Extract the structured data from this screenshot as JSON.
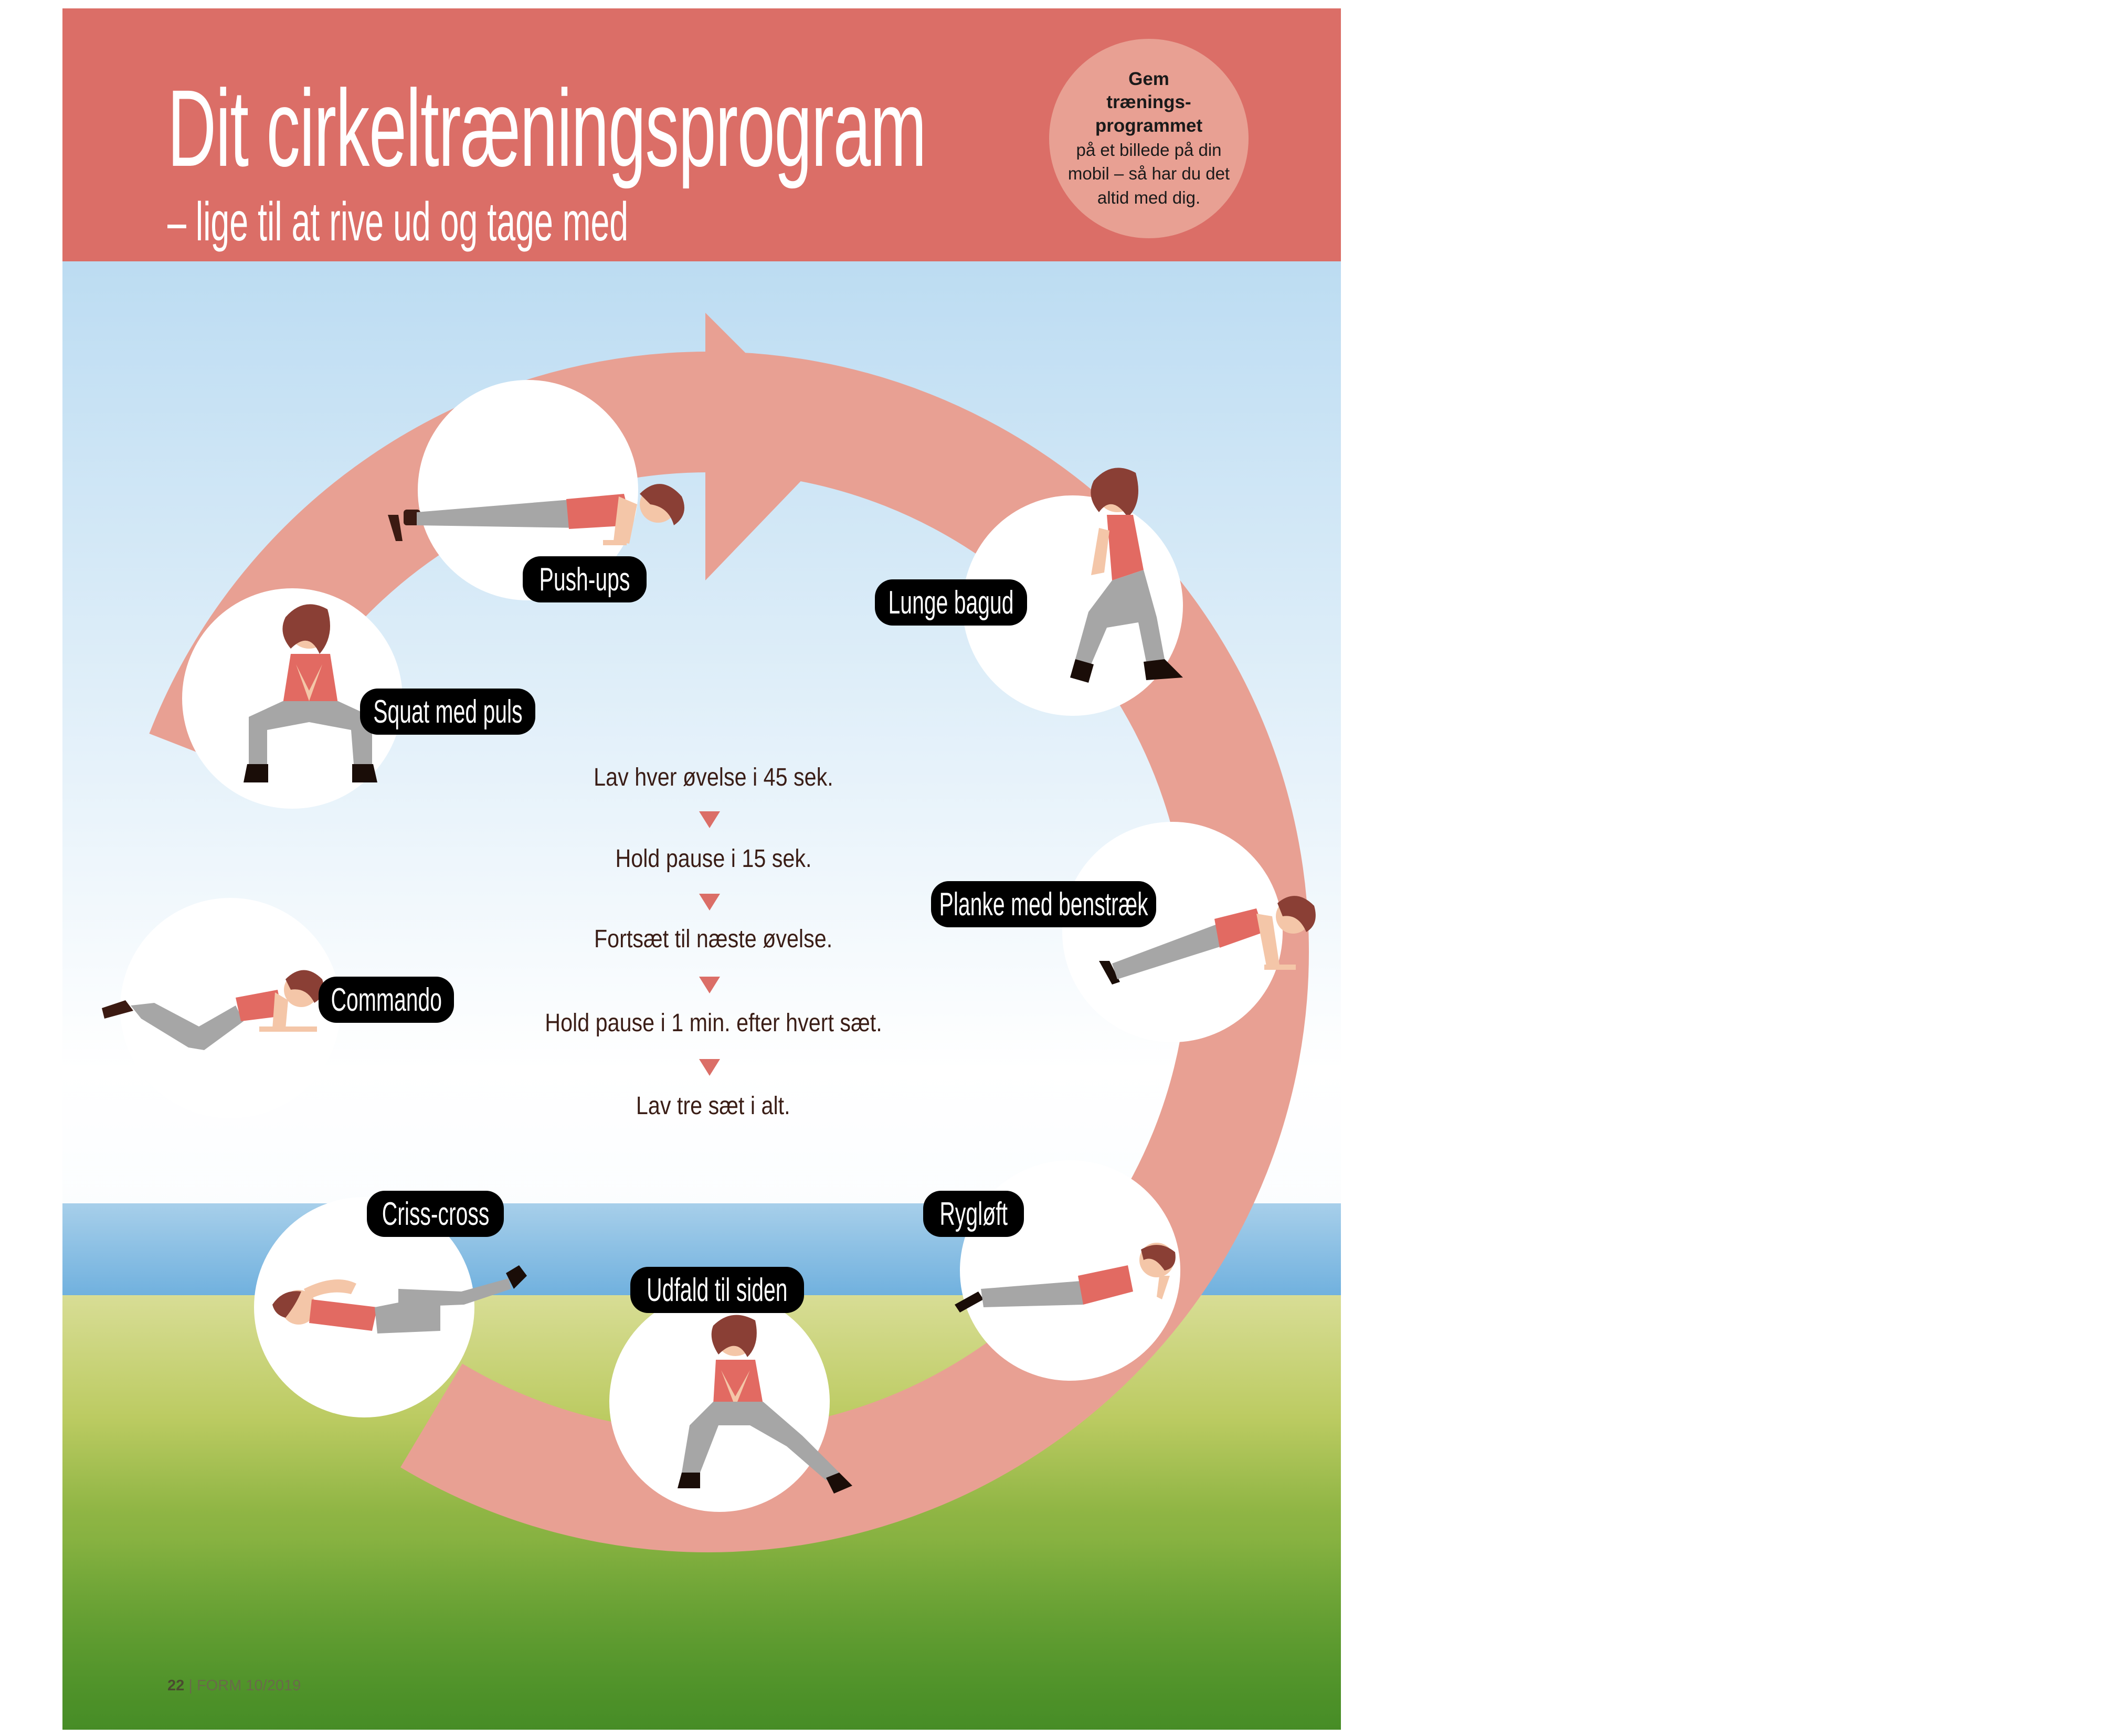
{
  "header": {
    "title": "Dit cirkeltræningsprogram",
    "subtitle": "– lige til at rive ud og tage med"
  },
  "badge": {
    "line1": "Gem",
    "line2": "trænings-",
    "line3": "programmet",
    "line4": "på et billede på din",
    "line5": "mobil – så har du det",
    "line6": "altid med dig."
  },
  "exercises": [
    {
      "label": "Push-ups"
    },
    {
      "label": "Lunge bagud"
    },
    {
      "label": "Squat med puls"
    },
    {
      "label": "Planke med benstræk"
    },
    {
      "label": "Commando"
    },
    {
      "label": "Criss-cross"
    },
    {
      "label": "Rygløft"
    },
    {
      "label": "Udfald til siden"
    }
  ],
  "instructions": [
    "Lav hver øvelse i 45 sek.",
    "Hold pause i 15 sek.",
    "Fortsæt til næste øvelse.",
    "Hold pause i 1 min. efter hvert sæt.",
    "Lav tre sæt i alt."
  ],
  "footer": {
    "page_number": "22",
    "separator": "|",
    "magazine": "FORM",
    "issue": "10/2019"
  },
  "colors": {
    "header_bg": "#db6e67",
    "arrow": "#e8a093",
    "label_bg": "#000000",
    "triangle": "#db6e67"
  },
  "icons": [
    "push-up-figure",
    "lunge-figure",
    "squat-figure",
    "plank-figure",
    "commando-figure",
    "criss-cross-figure",
    "back-raise-figure",
    "side-lunge-figure"
  ]
}
